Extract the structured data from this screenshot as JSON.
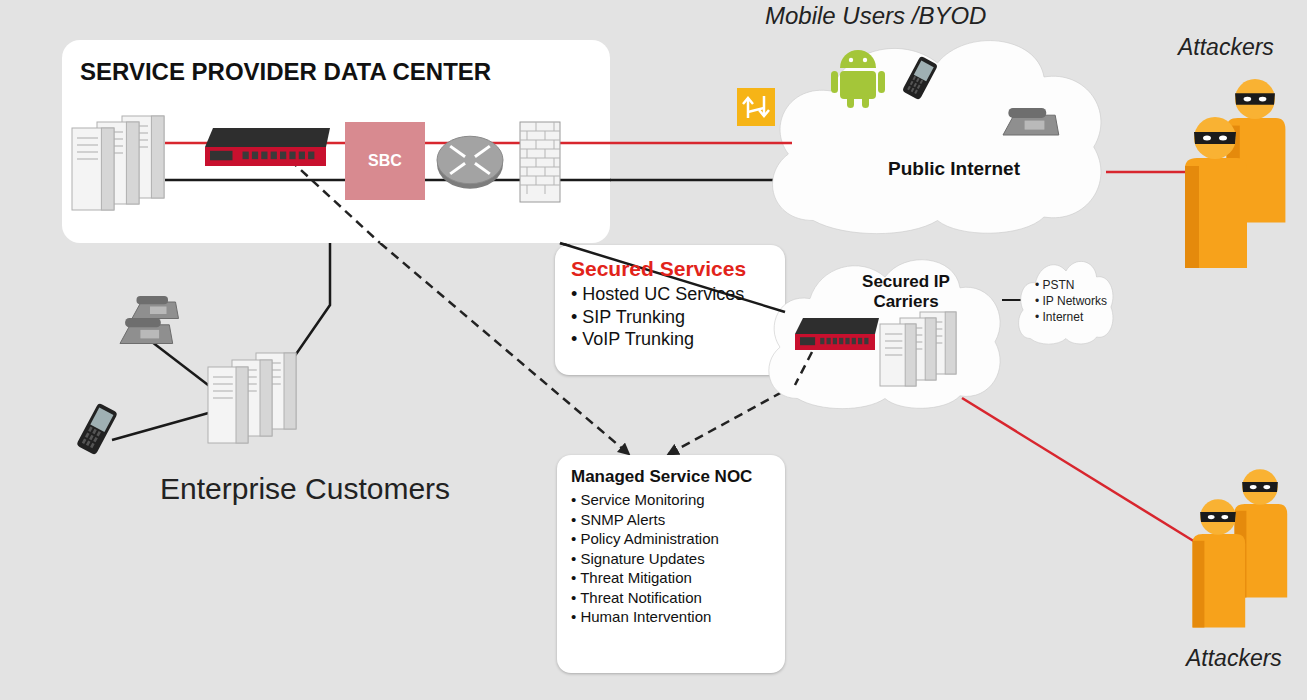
{
  "diagram": {
    "nodes": [
      {
        "text": [
          "SERVICE PROVIDER DATA CENTER"
        ]
      },
      {
        "text": [
          "SBC"
        ],
        "in": 0
      },
      {
        "text": [
          "Mobile Users /BYOD",
          "Public Internet"
        ]
      },
      {
        "text": [
          "Secured Services",
          "• Hosted UC Services",
          "• SIP Trunking",
          "• VoIP Trunking"
        ]
      },
      {
        "text": [
          "Secured IP Carriers"
        ]
      },
      {
        "text": [
          "• PSTN",
          "• IP Networks",
          "• Internet"
        ]
      },
      {
        "text": [
          "Managed Service NOC",
          "• Service Monitoring",
          "• SNMP Alerts",
          "• Policy Administration",
          "• Signature Updates",
          "• Threat Mitigation",
          "• Threat Notification",
          "• Human Intervention"
        ]
      }
    ],
    "edges": [
      {
        "from": 0,
        "to": 2,
        "arrow": "none"
      },
      {
        "from": 0,
        "to": 4,
        "arrow": "none"
      },
      {
        "from": 0,
        "to": 6,
        "arrow": "to"
      },
      {
        "from": 4,
        "to": 6,
        "arrow": "to"
      },
      {
        "from": 4,
        "to": 5,
        "arrow": "none"
      }
    ],
    "labels": [
      "Enterprise Customers",
      "Attackers",
      "Attackers"
    ]
  }
}
